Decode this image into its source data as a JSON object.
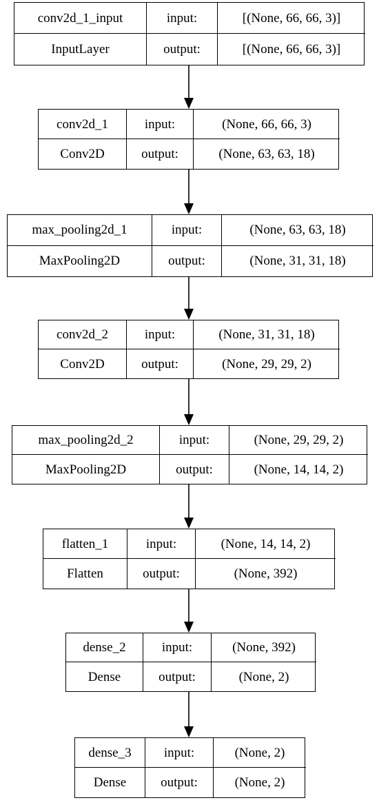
{
  "nodes": [
    {
      "name": "conv2d_1_input",
      "type": "InputLayer",
      "input_label": "input:",
      "output_label": "output:",
      "input_shape": "[(None, 66, 66, 3)]",
      "output_shape": "[(None, 66, 66, 3)]"
    },
    {
      "name": "conv2d_1",
      "type": "Conv2D",
      "input_label": "input:",
      "output_label": "output:",
      "input_shape": "(None, 66, 66, 3)",
      "output_shape": "(None, 63, 63, 18)"
    },
    {
      "name": "max_pooling2d_1",
      "type": "MaxPooling2D",
      "input_label": "input:",
      "output_label": "output:",
      "input_shape": "(None, 63, 63, 18)",
      "output_shape": "(None, 31, 31, 18)"
    },
    {
      "name": "conv2d_2",
      "type": "Conv2D",
      "input_label": "input:",
      "output_label": "output:",
      "input_shape": "(None, 31, 31, 18)",
      "output_shape": "(None, 29, 29, 2)"
    },
    {
      "name": "max_pooling2d_2",
      "type": "MaxPooling2D",
      "input_label": "input:",
      "output_label": "output:",
      "input_shape": "(None, 29, 29, 2)",
      "output_shape": "(None, 14, 14, 2)"
    },
    {
      "name": "flatten_1",
      "type": "Flatten",
      "input_label": "input:",
      "output_label": "output:",
      "input_shape": "(None, 14, 14, 2)",
      "output_shape": "(None, 392)"
    },
    {
      "name": "dense_2",
      "type": "Dense",
      "input_label": "input:",
      "output_label": "output:",
      "input_shape": "(None, 392)",
      "output_shape": "(None, 2)"
    },
    {
      "name": "dense_3",
      "type": "Dense",
      "input_label": "input:",
      "output_label": "output:",
      "input_shape": "(None, 2)",
      "output_shape": "(None, 2)"
    }
  ],
  "edges": [
    {
      "from": "conv2d_1_input",
      "to": "conv2d_1"
    },
    {
      "from": "conv2d_1",
      "to": "max_pooling2d_1"
    },
    {
      "from": "max_pooling2d_1",
      "to": "conv2d_2"
    },
    {
      "from": "conv2d_2",
      "to": "max_pooling2d_2"
    },
    {
      "from": "max_pooling2d_2",
      "to": "flatten_1"
    },
    {
      "from": "flatten_1",
      "to": "dense_2"
    },
    {
      "from": "dense_2",
      "to": "dense_3"
    }
  ]
}
